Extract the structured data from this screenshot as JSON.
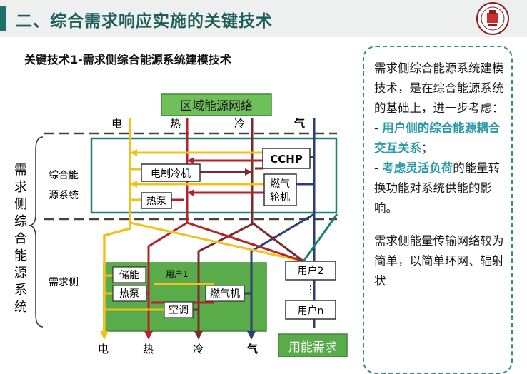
{
  "header": {
    "title": "二、综合需求响应实施的关键技术"
  },
  "subtitle": "关键技术1-需求侧综合能源系统建模技术",
  "diagram": {
    "network_box": "区域能源网络",
    "top_labels": [
      "电",
      "热",
      "冷",
      "气"
    ],
    "bottom_labels": [
      "电",
      "热",
      "冷",
      "气"
    ],
    "side_label": "需求侧综合能源系统",
    "section_ies": [
      "综合能",
      "源系统"
    ],
    "section_demand": "需求侧",
    "cchp": "CCHP",
    "electric_chiller": "电制冷机",
    "gas_turbine": [
      "燃气",
      "轮机"
    ],
    "heat_pump_top": "热泵",
    "storage": "储能",
    "user1": "用户1",
    "heat_pump_user": "热泵",
    "gas_engine": "燃气机",
    "ac": "空调",
    "user2": "用户2",
    "ellipsis": "⋮",
    "usern": "用户n",
    "demand_box": "用能需求",
    "colors": {
      "electric": "#f2c21b",
      "heat": "#b3232a",
      "cold": "#7a2c2c",
      "gas": "#2c3e73",
      "teal": "#1e7f76"
    }
  },
  "panel": {
    "p1": "需求侧综合能源系统建模技术，是在综合能源系统的基础上，进一步考虑：",
    "b1_prefix": "- ",
    "b1_hl": "用户侧的综合能源耦合交互关系",
    "b1_suffix": "；",
    "b2_prefix": "- ",
    "b2_hl": "考虑灵活负荷",
    "b2_suffix": "的能量转换功能对系统供能的影响。",
    "p2": "需求侧能量传输网络较为简单，以简单环网、辐射状"
  }
}
